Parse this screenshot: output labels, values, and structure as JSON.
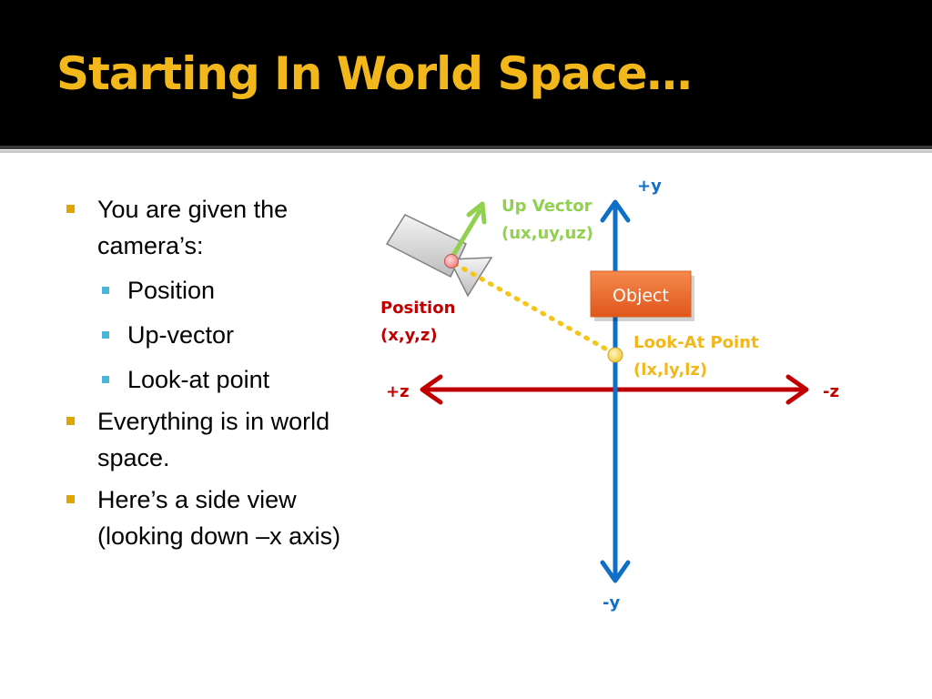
{
  "slide": {
    "title": "Starting In World Space…"
  },
  "bullets": {
    "b1": "You are given the camera’s:",
    "sub1": "Position",
    "sub2": "Up-vector",
    "sub3": "Look-at point",
    "b2": "Everything is in world space.",
    "b3": "Here’s a side view (looking down –x axis)"
  },
  "diagram": {
    "plus_y": "+y",
    "minus_y": "-y",
    "plus_z": "+z",
    "minus_z": "-z",
    "up_vector_title": "Up Vector",
    "up_vector_coords": "(ux,uy,uz)",
    "object_label": "Object",
    "position_title": "Position",
    "position_coords": "(x,y,z)",
    "lookat_title": "Look-At Point",
    "lookat_coords": "(lx,ly,lz)"
  },
  "colors": {
    "title": "#f2b81b",
    "y_axis": "#0f6fc6",
    "z_axis": "#c00000",
    "up_vector": "#92d050",
    "look_at": "#f5c518",
    "object_box": "#ed6b2a",
    "position_label": "#c00000"
  }
}
